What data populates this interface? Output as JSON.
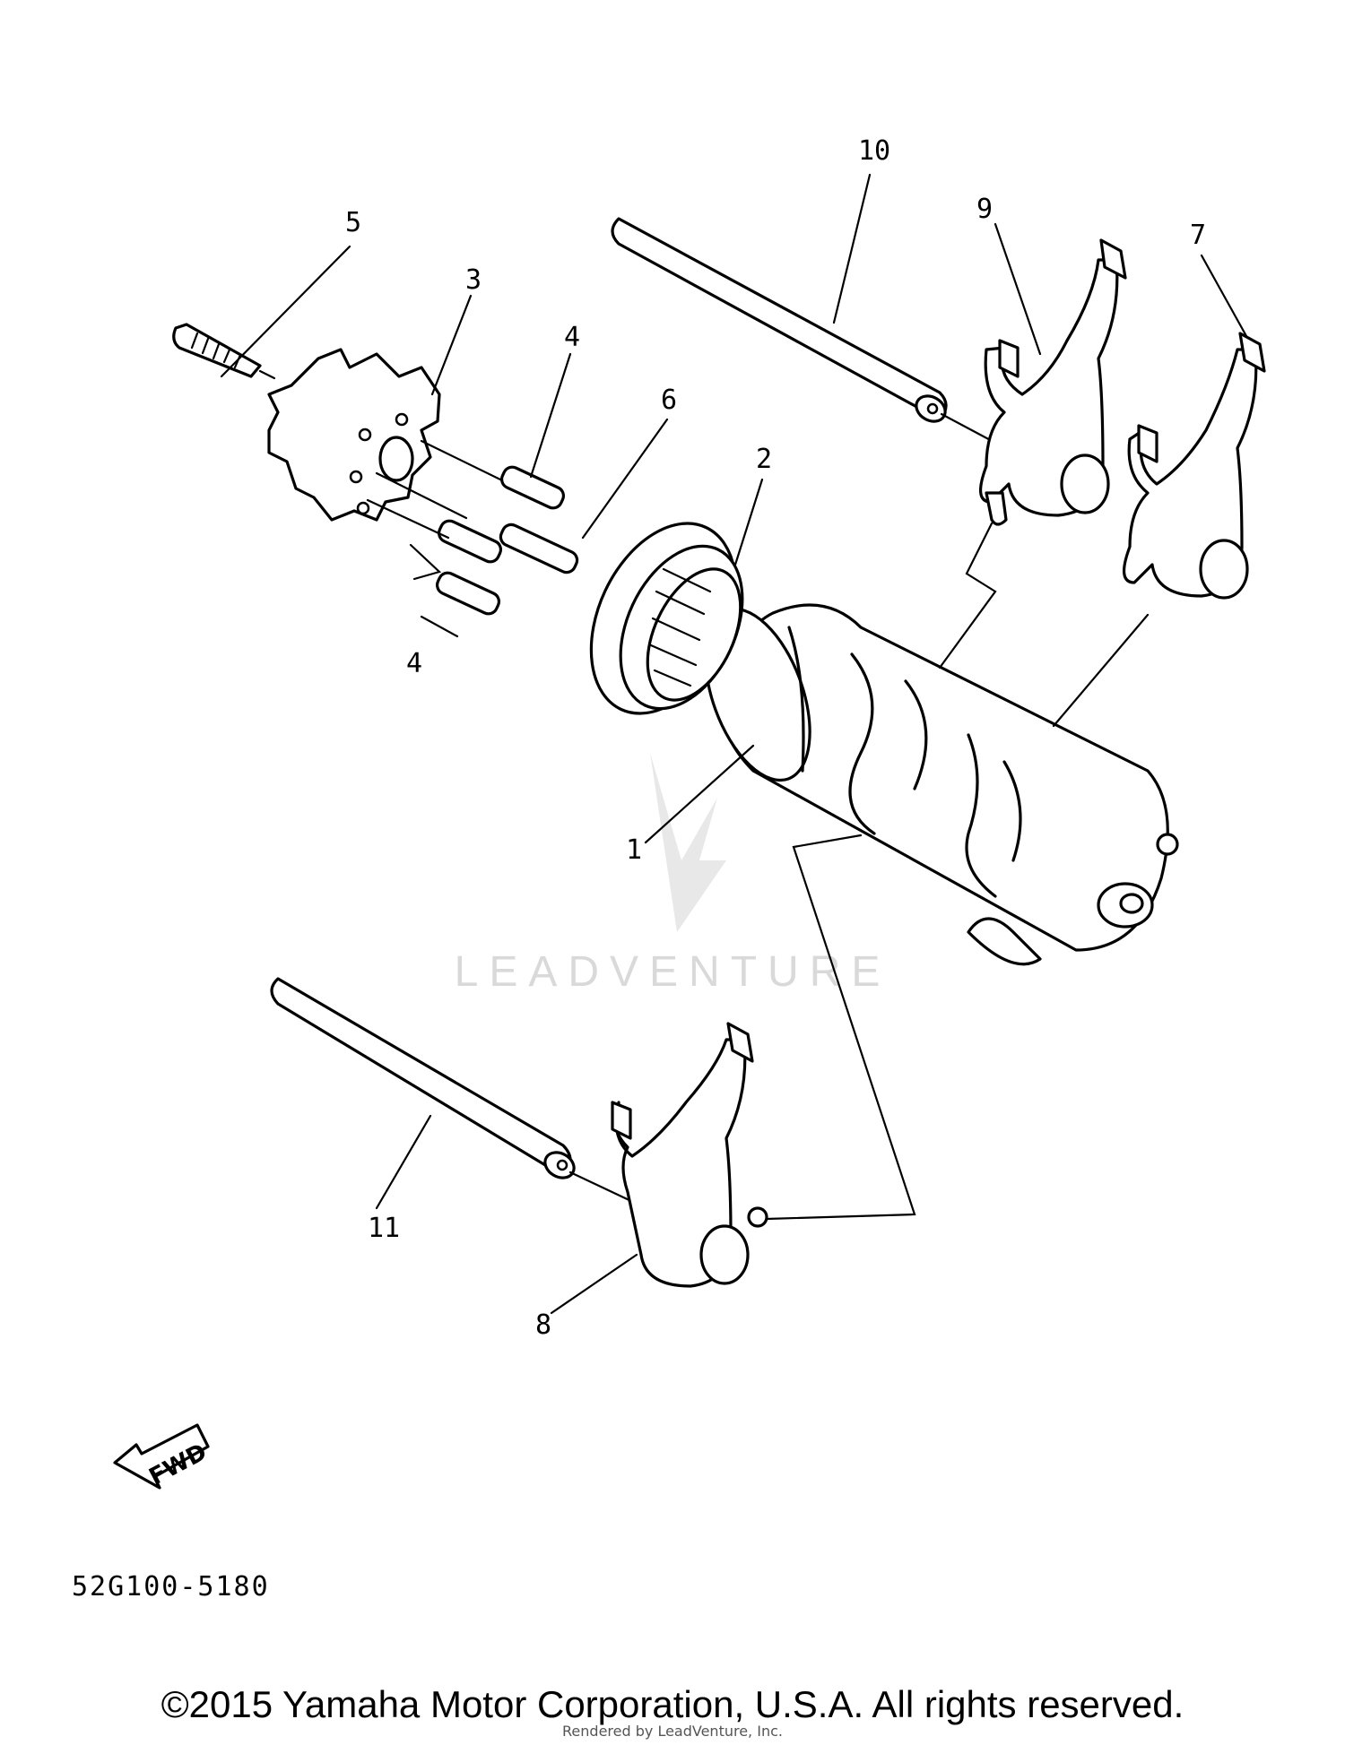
{
  "diagram": {
    "callouts": [
      "1",
      "2",
      "3",
      "4",
      "4",
      "5",
      "6",
      "7",
      "8",
      "9",
      "10",
      "11"
    ],
    "direction_label": "FWD",
    "diagram_code": "52G100-5180",
    "watermark": "LEADVENTURE"
  },
  "footer": {
    "copyright": "©2015 Yamaha Motor Corporation, U.S.A. All rights reserved.",
    "rendered_by": "Rendered by LeadVenture, Inc."
  }
}
